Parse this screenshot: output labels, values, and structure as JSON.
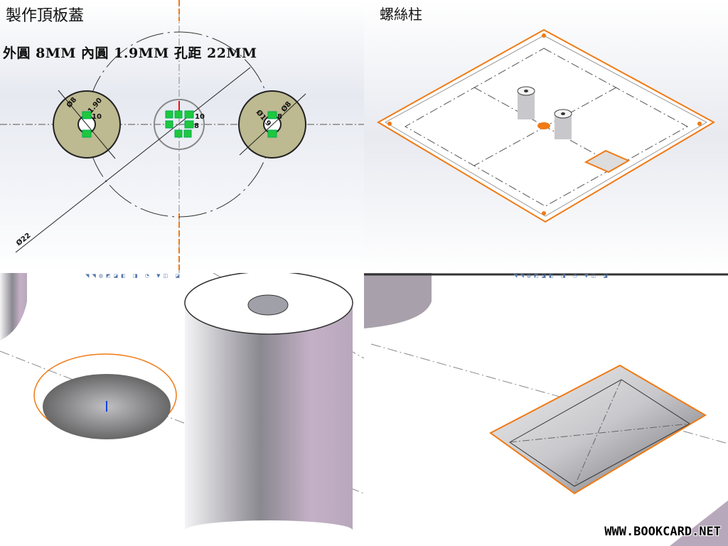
{
  "panels": {
    "top_left": {
      "title": "製作頂板蓋",
      "subtitle": "外圓 8MM 內圓 1.9MM 孔距 22MM",
      "dimensions": {
        "left_outer": "Ø8",
        "left_inner": "1.90",
        "right_inner": "Ø1.9",
        "right_outer": "Ø8",
        "pitch": "Ø22",
        "rel_10_left": "10",
        "rel_10": "10",
        "rel_8": "8",
        "rel_8_right": "8"
      }
    },
    "top_right": {
      "title": "螺絲柱"
    },
    "bottom_left": {
      "toolbar": "◥◥◍◩◪◧ ◨ ◔ ▼◫ ◪"
    },
    "bottom_right": {
      "toolbar": "◥◥◍◩◪◧ ◨ ◔ ▼◫ ◪"
    }
  },
  "watermark": "WWW.BOOKCARD.NET",
  "colors": {
    "sketch_face": "#bdb990",
    "selection_orange": "#f07a14",
    "relation_green": "#1ec83c",
    "cylinder_tint": "#b8a8bc"
  }
}
